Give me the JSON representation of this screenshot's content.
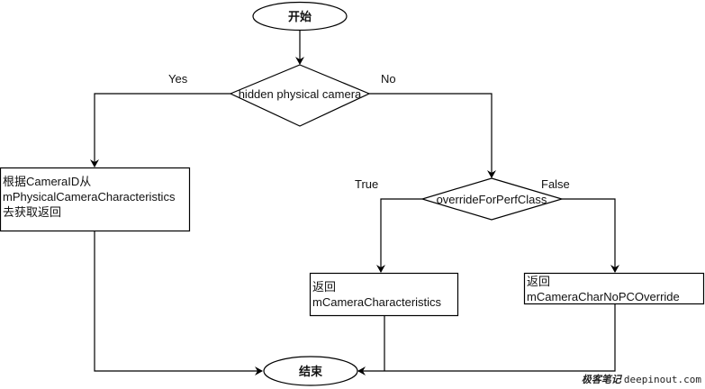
{
  "diagram": {
    "start": {
      "label": "开始"
    },
    "end": {
      "label": "结束"
    },
    "decision1": {
      "label": "hidden physical camera",
      "yes_label": "Yes",
      "no_label": "No"
    },
    "decision2": {
      "label": "overrideForPerfClass",
      "true_label": "True",
      "false_label": "False"
    },
    "box_physical": {
      "lines": [
        "根据CameraID从",
        "mPhysicalCameraCharacteristics",
        "去获取返回"
      ]
    },
    "box_characteristics": {
      "lines": [
        "返回",
        "mCameraCharacteristics"
      ]
    },
    "box_no_pc_override": {
      "lines": [
        "返回",
        "mCameraCharNoPCOverride"
      ]
    },
    "colors": {
      "stroke": "#000000",
      "fill": "#ffffff",
      "text": "#111111"
    }
  },
  "watermark": {
    "cn": "极客笔记",
    "domain": "deepinout.com"
  }
}
